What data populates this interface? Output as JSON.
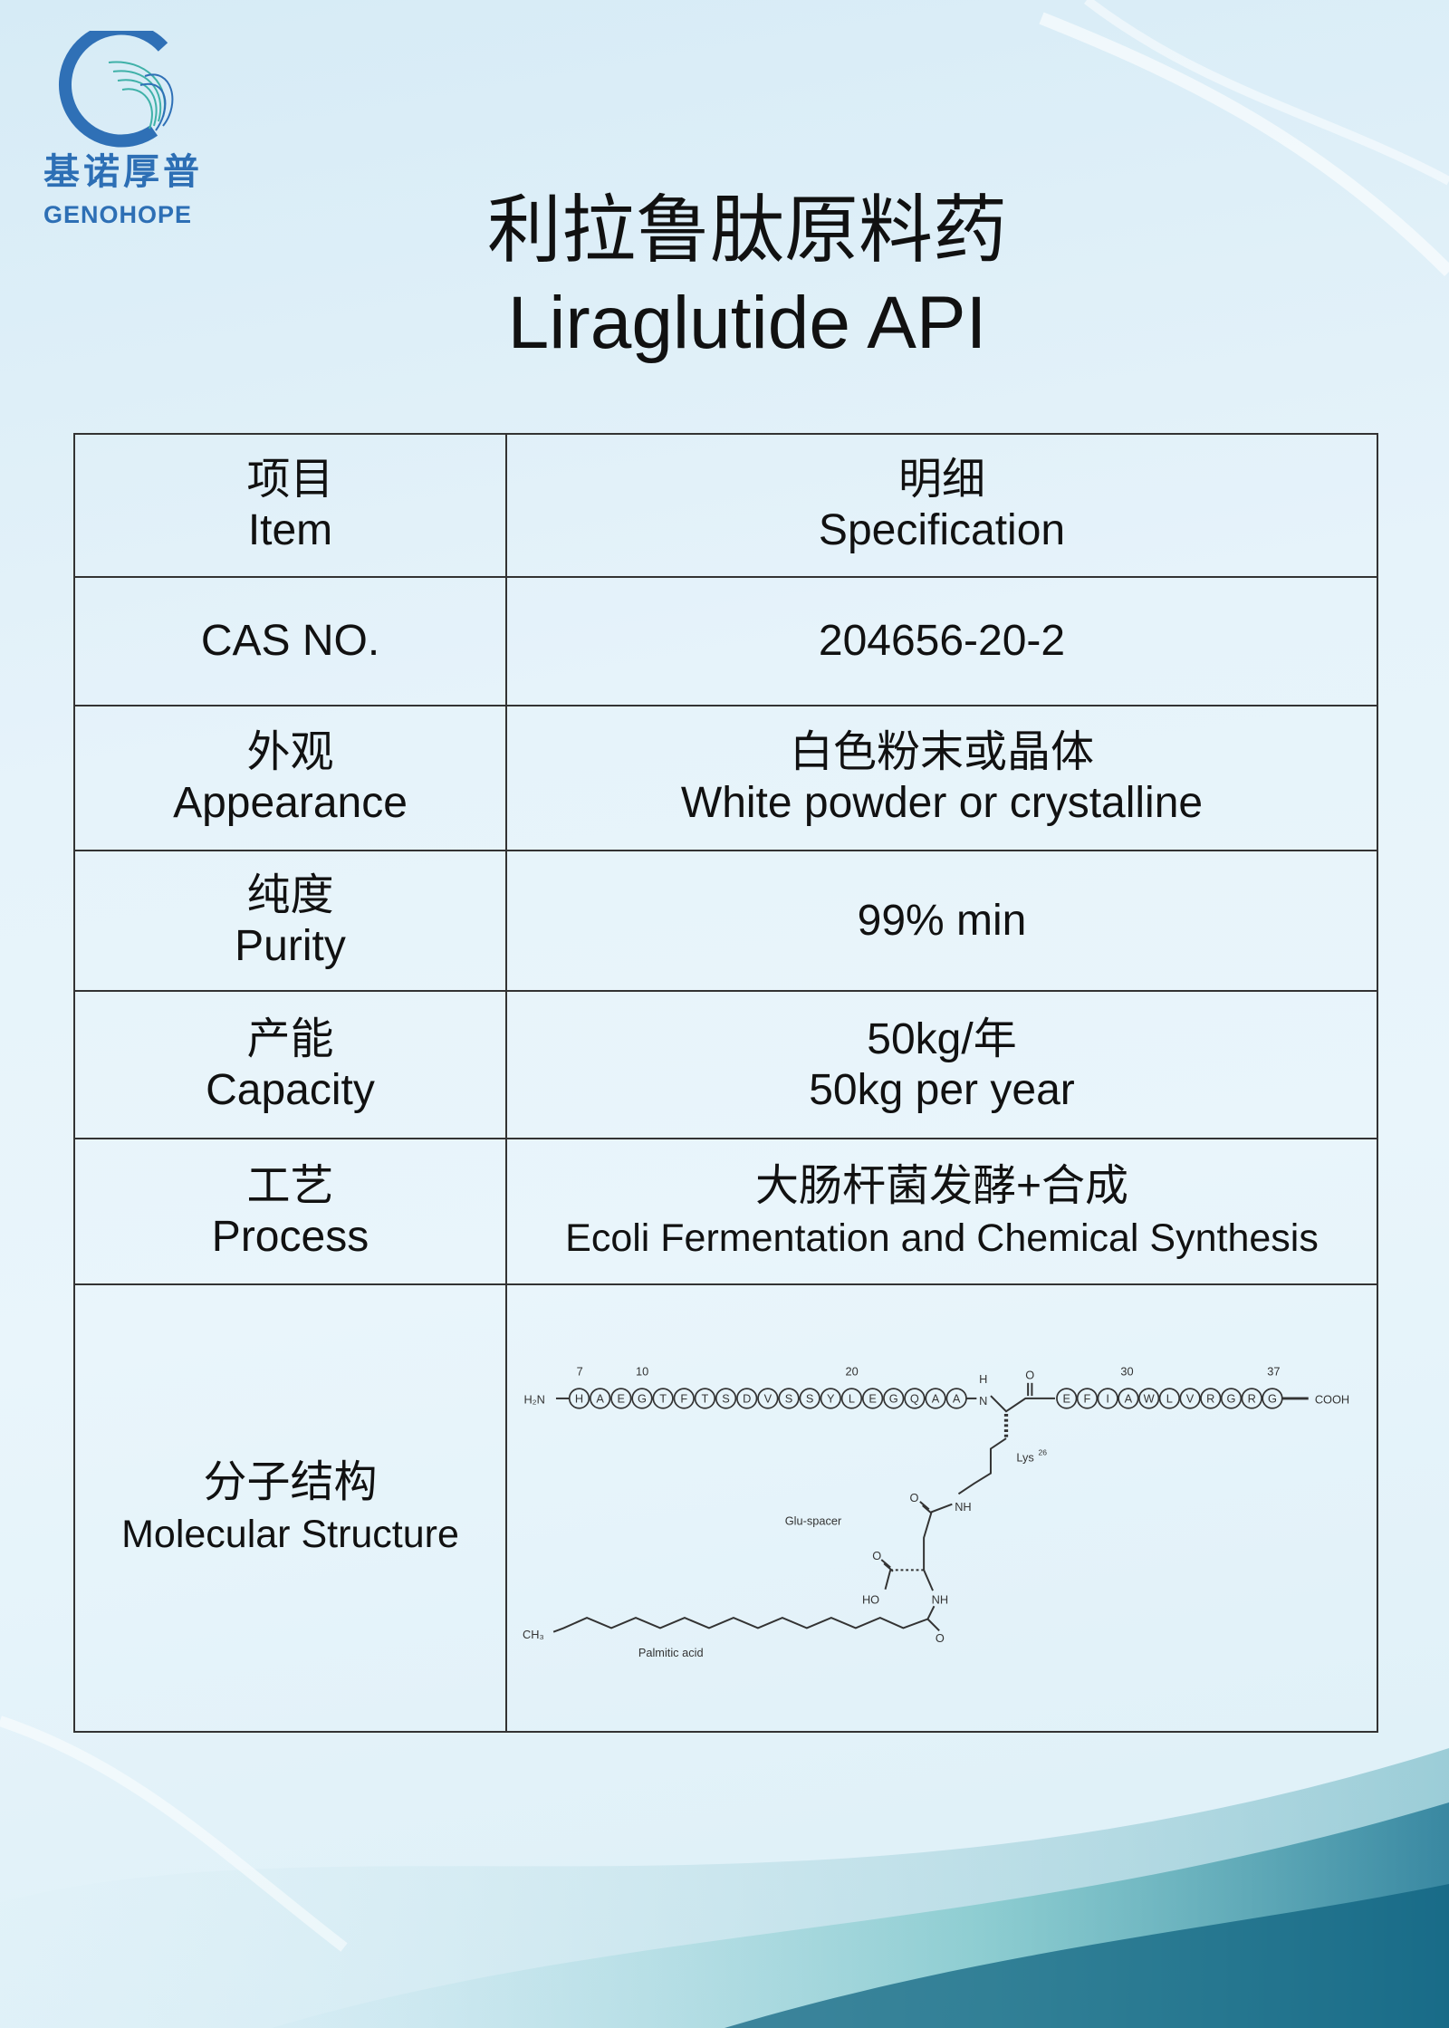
{
  "logo": {
    "cn": "基诺厚普",
    "en": "GENOHOPE"
  },
  "title": {
    "cn": "利拉鲁肽原料药",
    "en": "Liraglutide API"
  },
  "table": {
    "header": {
      "item_cn": "项目",
      "item_en": "Item",
      "spec_cn": "明细",
      "spec_en": "Specification"
    },
    "rows": [
      {
        "item_en": "CAS NO.",
        "value": "204656-20-2"
      },
      {
        "item_cn": "外观",
        "item_en": "Appearance",
        "value_cn": "白色粉末或晶体",
        "value_en": "White powder or crystalline"
      },
      {
        "item_cn": "纯度",
        "item_en": "Purity",
        "value": "99% min"
      },
      {
        "item_cn": "产能",
        "item_en": "Capacity",
        "value_cn": "50kg/年",
        "value_en": "50kg per year"
      },
      {
        "item_cn": "工艺",
        "item_en": "Process",
        "value_cn": "大肠杆菌发酵+合成",
        "value_en": "Ecoli Fermentation and Chemical Synthesis"
      },
      {
        "item_cn": "分子结构",
        "item_en": "Molecular Structure"
      }
    ]
  },
  "molecule": {
    "seq1": [
      "H",
      "A",
      "E",
      "G",
      "T",
      "F",
      "T",
      "S",
      "D",
      "V",
      "S",
      "S",
      "Y",
      "L",
      "E",
      "G",
      "Q",
      "A",
      "A"
    ],
    "seq2": [
      "E",
      "F",
      "I",
      "A",
      "W",
      "L",
      "V",
      "R",
      "G",
      "R",
      "G"
    ],
    "position_labels": [
      "7",
      "10",
      "20",
      "30",
      "37"
    ],
    "n_term": "H₂N",
    "c_term": "COOH",
    "lys_label": "Lys",
    "lys_sup": "26",
    "glu_label": "Glu-spacer",
    "palmitic_label": "Palmitic acid",
    "ch3": "CH₃",
    "nh": "NH",
    "h": "H",
    "n": "N",
    "o": "O",
    "ho": "HO"
  }
}
